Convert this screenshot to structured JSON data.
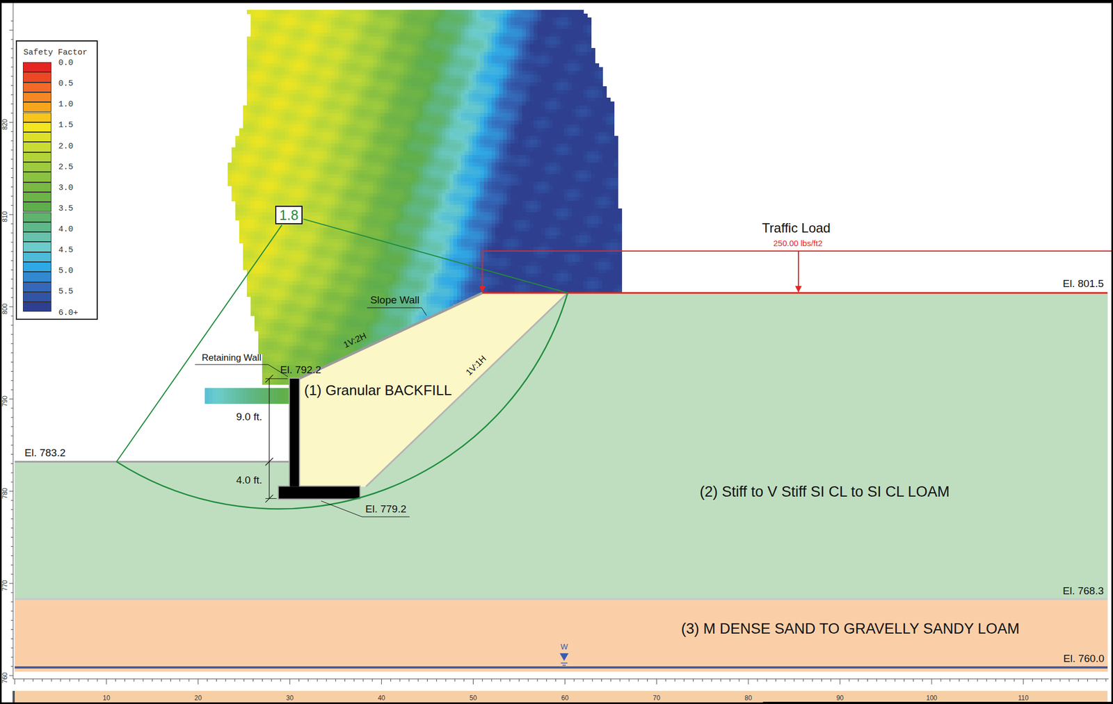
{
  "diagram": {
    "nodes": [
      {
        "text": [
          "1.8"
        ]
      },
      {
        "text": [
          "(1) Granular BACKFILL"
        ]
      },
      {
        "text": [
          "(2) Stiff to V Stiff SI CL to SI CL LOAM"
        ]
      },
      {
        "text": [
          "(3) M DENSE SAND TO GRAVELLY SANDY LOAM"
        ]
      }
    ],
    "labels": [
      "Safety Factor",
      "820",
      "810",
      "800",
      "790",
      "780",
      "770",
      "760",
      "10",
      "20",
      "30",
      "40",
      "50",
      "60",
      "70",
      "80",
      "90",
      "100",
      "110",
      "Traffic Load",
      "250.00 lbs/ft2",
      "El. 801.5",
      "Slope Wall",
      "1V:2H",
      "1V:1H",
      "Retaining Wall",
      "El. 792.2",
      "9.0 ft.",
      "El. 783.2",
      "4.0 ft.",
      "El. 779.2",
      "El. 768.3",
      "W",
      "El. 760.0"
    ],
    "legend": [
      {
        "text": "0.0",
        "color": "#e52521"
      },
      {
        "text": "0.5",
        "color": "#f26a2a"
      },
      {
        "text": "1.0",
        "color": "#f7a51d"
      },
      {
        "text": "1.5",
        "color": "#f4e61e"
      },
      {
        "text": "2.0",
        "color": "#c8dc34"
      },
      {
        "text": "2.5",
        "color": "#9ecb3e"
      },
      {
        "text": "3.0",
        "color": "#78b843"
      },
      {
        "text": "3.5",
        "color": "#5fae4d"
      },
      {
        "text": "4.0",
        "color": "#5fb88a"
      },
      {
        "text": "4.5",
        "color": "#6ccccc"
      },
      {
        "text": "5.0",
        "color": "#2fa9e6"
      },
      {
        "text": "5.5",
        "color": "#3568b8"
      },
      {
        "text": "6.0+",
        "color": "#2e3f8f"
      }
    ]
  }
}
